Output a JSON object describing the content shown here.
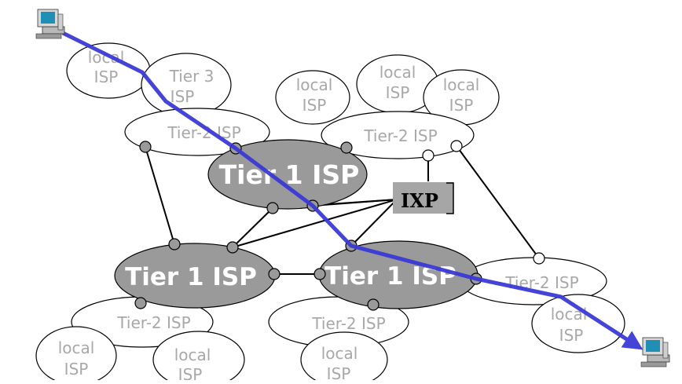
{
  "diagram": {
    "ixp_label": "IXP",
    "tier1_isps": [
      {
        "label": "Tier 1 ISP"
      },
      {
        "label": "Tier 1 ISP"
      },
      {
        "label": "Tier 1 ISP"
      }
    ],
    "tier2_isps": [
      {
        "label": "Tier-2 ISP"
      },
      {
        "label": "Tier-2 ISP"
      },
      {
        "label": "Tier-2 ISP"
      },
      {
        "label": "Tier-2 ISP"
      },
      {
        "label": "Tier-2 ISP"
      }
    ],
    "tier3_isps": [
      {
        "line1": "Tier 3",
        "line2": "ISP"
      }
    ],
    "local_isps": [
      {
        "line1": "local",
        "line2": "ISP"
      },
      {
        "line1": "local",
        "line2": "ISP"
      },
      {
        "line1": "local",
        "line2": "ISP"
      },
      {
        "line1": "local",
        "line2": "ISP"
      },
      {
        "line1": "local",
        "line2": "ISP"
      },
      {
        "line1": "local",
        "line2": "ISP"
      },
      {
        "line1": "local",
        "line2": "ISP"
      },
      {
        "line1": "local",
        "line2": "ISP"
      }
    ],
    "colors": {
      "tier1_fill": "#9a9a9a",
      "tier1_text": "#ffffff",
      "outline": "#000000",
      "cloud_text": "#a8a8a8",
      "path": "#3a3ad6",
      "router_gray": "#9a9a9a",
      "ixp_fill": "#a6a6a6"
    },
    "icons": {
      "source_host": "desktop-computer-icon",
      "destination_host": "desktop-computer-icon"
    }
  }
}
